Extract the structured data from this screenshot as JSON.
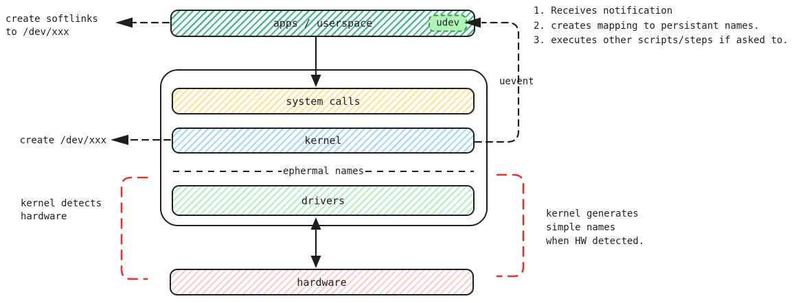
{
  "boxes": {
    "apps": {
      "label": "apps / userspace"
    },
    "udev": {
      "label": "udev"
    },
    "system_calls": {
      "label": "system calls"
    },
    "kernel": {
      "label": "kernel"
    },
    "drivers": {
      "label": "drivers"
    },
    "hardware": {
      "label": "hardware"
    }
  },
  "separator_label": "ephermal names",
  "annotations": {
    "create_softlinks": "create softlinks\nto /dev/xxx",
    "create_dev": "create /dev/xxx",
    "kernel_detects": "kernel detects\nhardware",
    "udev_steps": "1. Receives notification\n2. creates mapping to persistant names.\n3. executes other scripts/steps if asked to.",
    "uevent": "uevent",
    "kernel_generates": "kernel generates\nsimple names\nwhen HW detected."
  },
  "colors": {
    "stroke": "#1e1e1e",
    "red_accent": "#e03131",
    "apps_hatch": "#4cb68c",
    "system_calls_hatch": "#ffe49a",
    "kernel_hatch": "#a9d7f5",
    "drivers_hatch": "#b9eec4",
    "hardware_hatch": "#f9cfcf",
    "udev_fill": "#b2f2bb",
    "udev_border": "#2f9e44"
  }
}
